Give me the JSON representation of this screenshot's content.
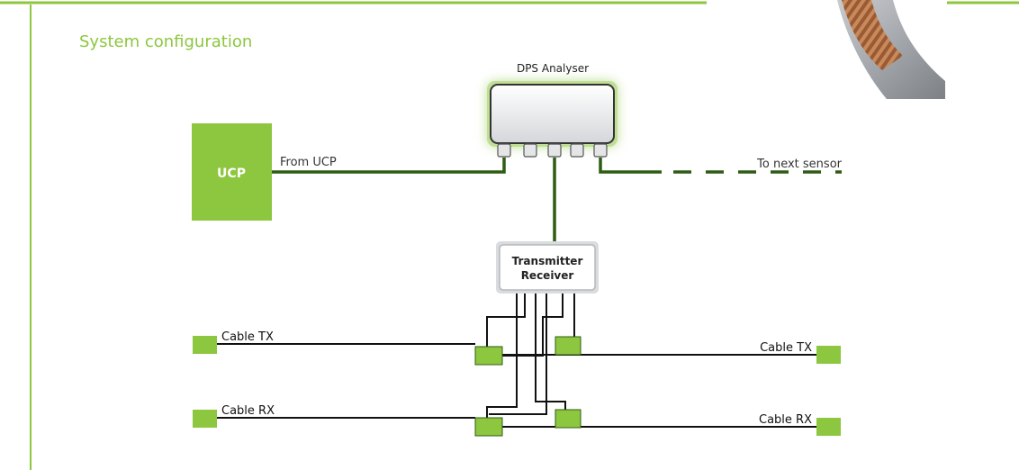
{
  "page": {
    "title": "System configuration",
    "accent_color": "#8dc63f",
    "dark_green": "#2e5c13",
    "photo_icon": "braided-cable-photo"
  },
  "diagram": {
    "analyser_label": "DPS Analyser",
    "ucp_label": "UCP",
    "from_ucp_label": "From UCP",
    "next_sensor_label": "To next sensor",
    "transceiver_line1": "Transmitter",
    "transceiver_line2": "Receiver",
    "cable_tx_left": "Cable TX",
    "cable_tx_right": "Cable TX",
    "cable_rx_left": "Cable RX",
    "cable_rx_right": "Cable RX"
  }
}
